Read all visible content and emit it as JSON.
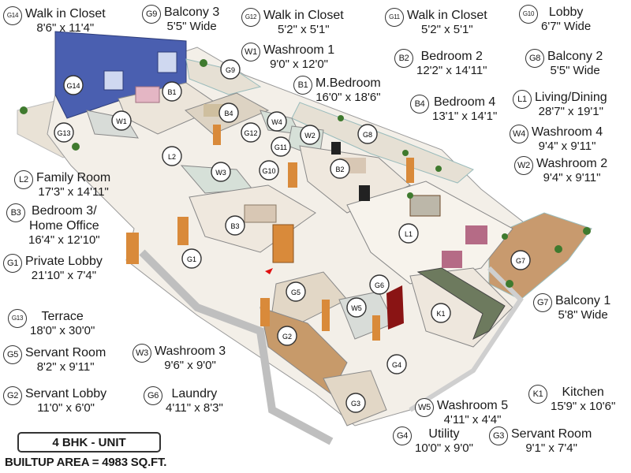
{
  "legend": [
    {
      "code": "G14",
      "name": "Walk in Closet",
      "dim": "8'6\" x 11'4\""
    },
    {
      "code": "G9",
      "name": "Balcony 3",
      "dim": "5'5\" Wide"
    },
    {
      "code": "G12",
      "name": "Walk in Closet",
      "dim": "5'2\" x 5'1\""
    },
    {
      "code": "G11",
      "name": "Walk in Closet",
      "dim": "5'2\" x 5'1\""
    },
    {
      "code": "G10",
      "name": "Lobby",
      "dim": "6'7\" Wide"
    },
    {
      "code": "W1",
      "name": "Washroom 1",
      "dim": "9'0\" x 12'0\""
    },
    {
      "code": "B2",
      "name": "Bedroom 2",
      "dim": "12'2\" x 14'11\""
    },
    {
      "code": "G8",
      "name": "Balcony 2",
      "dim": "5'5\" Wide"
    },
    {
      "code": "B1",
      "name": "M.Bedroom",
      "dim": "16'0\" x 18'6\""
    },
    {
      "code": "B4",
      "name": "Bedroom 4",
      "dim": "13'1\" x 14'1\""
    },
    {
      "code": "L1",
      "name": "Living/Dining",
      "dim": "28'7\" x 19'1\""
    },
    {
      "code": "W4",
      "name": "Washroom 4",
      "dim": "9'4\" x 9'11\""
    },
    {
      "code": "W2",
      "name": "Washroom 2",
      "dim": "9'4\" x 9'11\""
    },
    {
      "code": "L2",
      "name": "Family Room",
      "dim": "17'3\" x 14'11\""
    },
    {
      "code": "B3",
      "name": "Bedroom 3/\nHome Office",
      "dim": "16'4\" x 12'10\""
    },
    {
      "code": "G1",
      "name": "Private Lobby",
      "dim": "21'10\" x 7'4\""
    },
    {
      "code": "G13",
      "name": "Terrace",
      "dim": "18'0\" x 30'0\""
    },
    {
      "code": "G7",
      "name": "Balcony 1",
      "dim": "5'8\" Wide"
    },
    {
      "code": "G5",
      "name": "Servant Room",
      "dim": "8'2\" x 9'11\""
    },
    {
      "code": "W3",
      "name": "Washroom 3",
      "dim": "9'6\" x 9'0\""
    },
    {
      "code": "G2",
      "name": "Servant Lobby",
      "dim": "11'0\" x 6'0\""
    },
    {
      "code": "G6",
      "name": "Laundry",
      "dim": "4'11\" x 8'3\""
    },
    {
      "code": "K1",
      "name": "Kitchen",
      "dim": "15'9\" x 10'6\""
    },
    {
      "code": "W5",
      "name": "Washroom 5",
      "dim": "4'11\" x 4'4\""
    },
    {
      "code": "G4",
      "name": "Utility",
      "dim": "10'0\" x 9'0\""
    },
    {
      "code": "G3",
      "name": "Servant Room",
      "dim": "9'1\" x 7'4\""
    }
  ],
  "markers": [
    "G14",
    "B1",
    "G9",
    "B4",
    "W4",
    "G12",
    "G11",
    "W2",
    "G8",
    "W1",
    "G13",
    "L2",
    "W3",
    "G10",
    "B2",
    "B3",
    "L1",
    "G1",
    "G7",
    "G6",
    "G5",
    "W5",
    "K1",
    "G2",
    "G4",
    "G3"
  ],
  "unit_label": "4 BHK - UNIT",
  "area_label": "BUILTUP AREA = 4983 SQ.FT.",
  "colors": {
    "blue_wall": "#4a5fb0",
    "floor": "#f2ede6",
    "wall": "#ffffff",
    "wood": "#d98a3a",
    "marker_border": "#333333"
  }
}
